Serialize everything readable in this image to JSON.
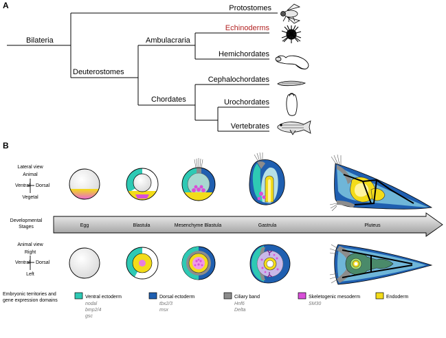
{
  "panel_a": {
    "letter": "A",
    "root": "Bilateria",
    "nodes": {
      "deuterostomes": "Deuterostomes",
      "ambulacraria": "Ambulacraria",
      "chordates": "Chordates"
    },
    "taxa": {
      "protostomes": "Protostomes",
      "echinoderms": "Echinoderms",
      "hemichordates": "Hemichordates",
      "cephalochordates": "Cephalochordates",
      "urochordates": "Urochordates",
      "vertebrates": "Vertebrates"
    },
    "highlight_color": "#b22222"
  },
  "panel_b": {
    "letter": "B",
    "lateral_view": {
      "title": "Lateral view",
      "top": "Animal",
      "bottom": "Vegetal",
      "left": "Ventral",
      "right": "Dorsal"
    },
    "animal_view": {
      "title": "Animal view",
      "top": "Right",
      "bottom": "Left",
      "left": "Ventral",
      "right": "Dorsal"
    },
    "stages_label_1": "Developmental",
    "stages_label_2": "Stages",
    "stages": [
      "Egg",
      "Blastula",
      "Mesenchyme Blastula",
      "Gastrula",
      "Pluteus"
    ],
    "legend_title_1": "Embryonic territories and",
    "legend_title_2": "gene expression domains",
    "legend": [
      {
        "name": "Ventral ectoderm",
        "color": "#2ec9b4",
        "genes": [
          "nodal",
          "bmp2/4",
          "gsc"
        ]
      },
      {
        "name": "Dorsal ectoderm",
        "color": "#1f5fb0",
        "genes": [
          "tbx2/3",
          "msx"
        ]
      },
      {
        "name": "Ciliary band",
        "color": "#8c8c8c",
        "genes": [
          "Hnf6",
          "Delta"
        ]
      },
      {
        "name": "Skeletogenic mesoderm",
        "color": "#d84fd8",
        "genes": [
          "SM30"
        ]
      },
      {
        "name": "Endoderm",
        "color": "#f3dc1a",
        "genes": []
      }
    ]
  }
}
